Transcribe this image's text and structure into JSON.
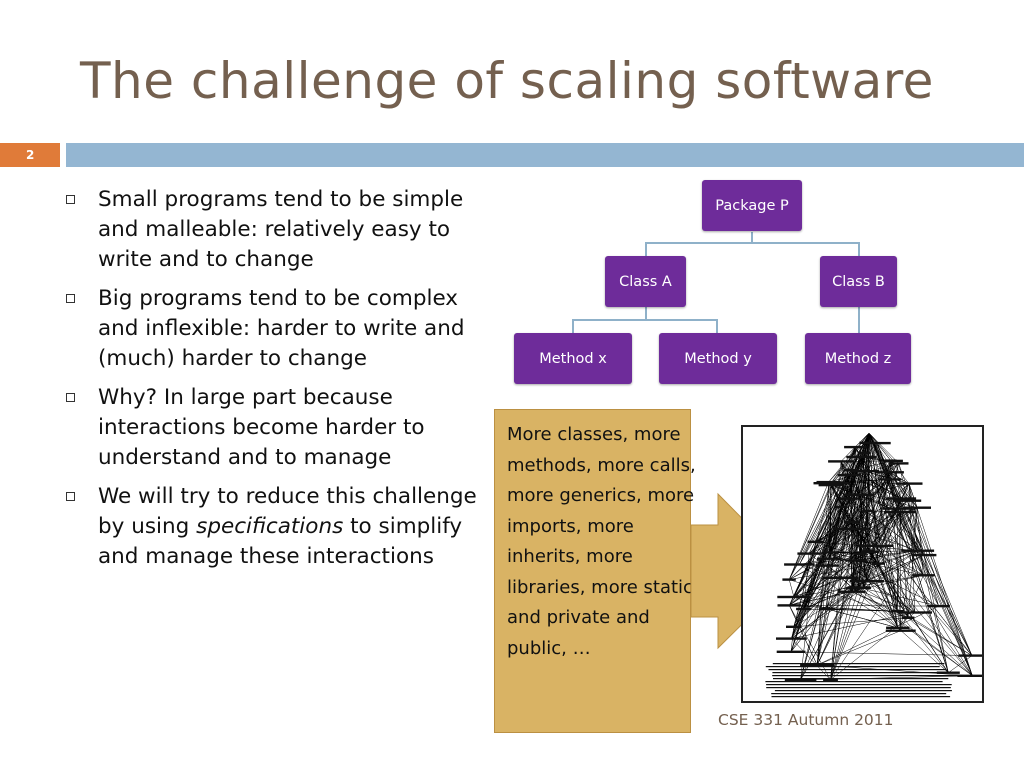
{
  "slide": {
    "title": "The challenge of scaling software",
    "number": "2",
    "footer": "CSE 331 Autumn 2011"
  },
  "bullets": [
    {
      "text": "Small programs tend to be simple and malleable: relatively easy to write and to change"
    },
    {
      "text": "Big programs tend to be complex and inflexible: harder to write and (much) harder to change"
    },
    {
      "text": "Why?  In large part because interactions become harder to understand and to manage"
    },
    {
      "pre": "We will try to reduce this challenge by using ",
      "emph": "specifications",
      "post": " to simplify and manage these interactions"
    }
  ],
  "hierarchy": {
    "root": "Package P",
    "class_a": "Class A",
    "class_b": "Class B",
    "method_x": "Method x",
    "method_y": "Method y",
    "method_z": "Method z"
  },
  "callout": {
    "text": "More classes, more methods, more calls, more generics, more imports, more inherits, more libraries, more static and private and public, …"
  },
  "colors": {
    "title": "#74604f",
    "accent_orange": "#e07b39",
    "bar_blue": "#94b6d2",
    "node_purple": "#6e2c9a",
    "callout_gold": "#d9b364",
    "arrow_gold": "#d9b364"
  }
}
